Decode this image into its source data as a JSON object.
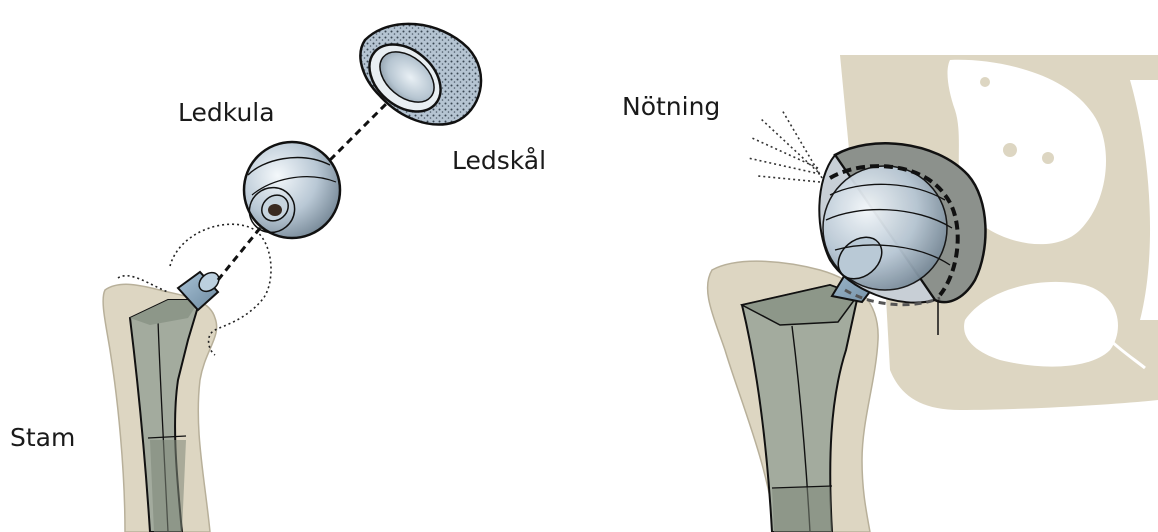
{
  "labels": {
    "ledkula": "Ledkula",
    "ledskal": "Ledskål",
    "stam": "Stam",
    "notning": "Nötning"
  },
  "colors": {
    "bone": "#ddd6c2",
    "bone_outline": "#b8b09a",
    "metal_light": "#dfe8ef",
    "metal_mid": "#a9b8c6",
    "metal_dark": "#7f8f9c",
    "stem_gray": "#a3ab9e",
    "cup_shell": "#8c918c",
    "outline": "#111111"
  },
  "icons": {
    "left": [
      "femur-bone-icon",
      "implant-stem-icon",
      "ball-head-icon",
      "acetabular-cup-icon"
    ],
    "right": [
      "pelvis-bone-icon",
      "assembled-hip-implant-icon",
      "wear-lines-icon"
    ]
  }
}
